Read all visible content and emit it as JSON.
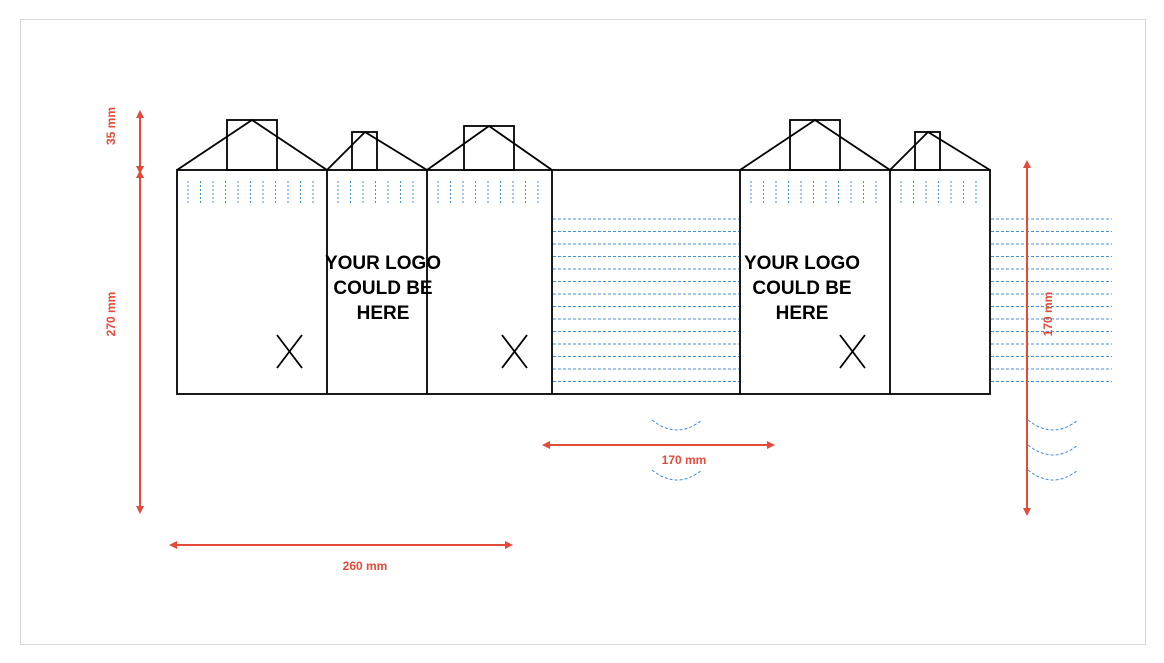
{
  "colors": {
    "dimension": "#e34a3a",
    "outline": "#000000",
    "guide": "#4a90d9",
    "frame_border": "#d9d9d9"
  },
  "logo_text": {
    "line1": "YOUR LOGO",
    "line2": "COULD BE",
    "line3": "HERE"
  },
  "dimensions": {
    "top_flap": "35 mm",
    "height": "270 mm",
    "width": "260 mm",
    "gusset": "170 mm",
    "side_height": "170 mm"
  }
}
